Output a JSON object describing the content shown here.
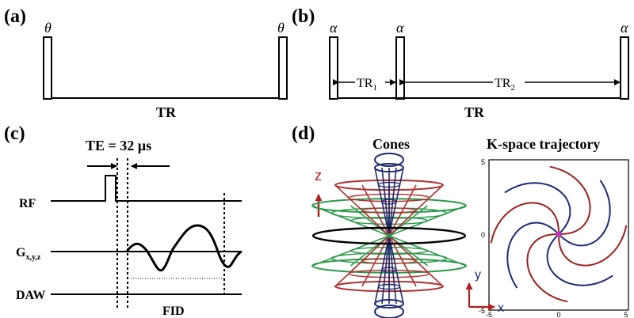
{
  "panels": {
    "a": {
      "label": "(a)",
      "pulse_left": "θ",
      "pulse_right": "θ",
      "interval": "TR"
    },
    "b": {
      "label": "(b)",
      "pulse_1": "α",
      "pulse_2": "α",
      "pulse_3": "α",
      "interval_1_base": "TR",
      "interval_1_sub": "1",
      "interval_2_base": "TR",
      "interval_2_sub": "2",
      "interval_total": "TR"
    },
    "c": {
      "label": "(c)",
      "te": "TE = 32 µs",
      "row_rf": "RF",
      "row_g_base": "G",
      "row_g_sub": "x,y,z",
      "row_daw": "DAW",
      "fid": "FID"
    },
    "d": {
      "label": "(d)",
      "cones_title": "Cones",
      "axis_z": "z",
      "kspace_title": "K-space trajectory",
      "axis_y": "y",
      "axis_x": "x",
      "tick_x": [
        "-5",
        "0",
        "5"
      ],
      "tick_y": [
        "5",
        "0",
        "-5"
      ]
    }
  },
  "colors": {
    "ink": "#000000",
    "cone_red": "#b03030",
    "cone_green": "#2a9a48",
    "cone_navy": "#1f2a6e",
    "axis_arrow": "#b02020",
    "spiral_red": "#9c2020",
    "spiral_blue": "#1e2a78",
    "center": "#d030d0"
  }
}
